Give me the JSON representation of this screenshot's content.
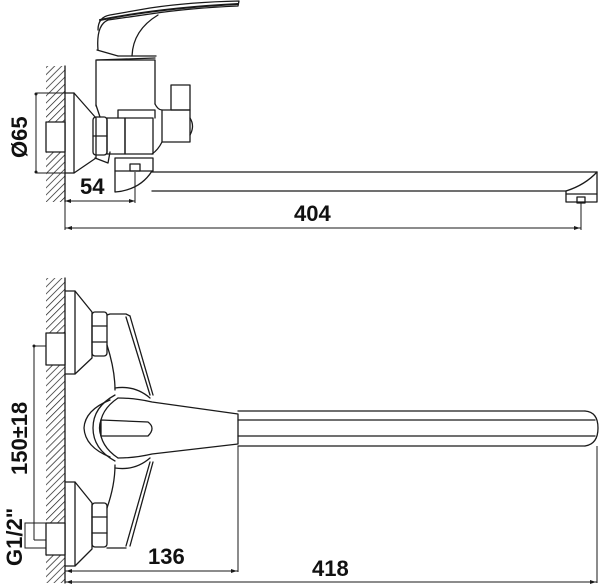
{
  "drawing": {
    "title": "Wall-mounted single-lever bath mixer — dimensional drawing",
    "views": [
      {
        "name": "side-view",
        "description": "Side elevation"
      },
      {
        "name": "front-view",
        "description": "Front elevation"
      }
    ],
    "line_color": "#1a1a1a",
    "background": "#ffffff"
  },
  "dimensions": {
    "side": {
      "escutcheon_diameter": "Ø65",
      "wall_to_outlet": "54",
      "overall_spout_reach": "404"
    },
    "front": {
      "inlet_center_distance": "150±18",
      "inlet_thread": "G1/2\"",
      "wall_to_body": "136",
      "overall_length": "418"
    }
  }
}
